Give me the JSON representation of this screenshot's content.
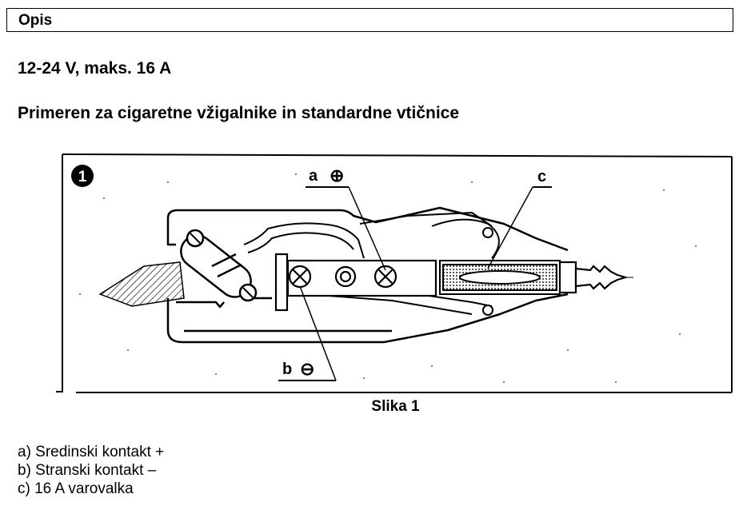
{
  "section": {
    "title": "Opis"
  },
  "spec": "12-24 V, maks. 16 A",
  "suitability": "Primeren za cigaretne vžigalnike in standardne vtičnice",
  "figure": {
    "number": "1",
    "label_a": "a",
    "label_b": "b",
    "label_c": "c",
    "plus_symbol": "⊕",
    "minus_symbol": "⊖",
    "caption": "Slika 1"
  },
  "legend": [
    "a) Sredinski kontakt +",
    "b) Stranski kontakt –",
    "c) 16 A varovalka"
  ]
}
